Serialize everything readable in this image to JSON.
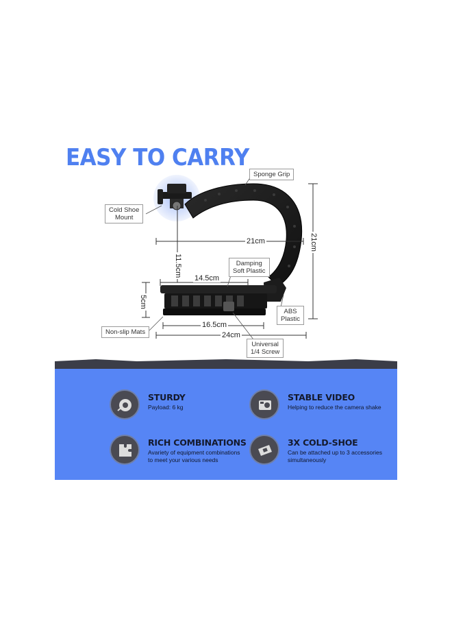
{
  "headline": "EASY TO CARRY",
  "callouts": {
    "sponge_grip": "Sponge Grip",
    "cold_shoe_mount": "Cold Shoe\nMount",
    "damping_soft_plastic": "Damping\nSoft Plastic",
    "abs_plastic": "ABS\nPlastic",
    "non_slip_mats": "Non-slip Mats",
    "universal_screw": "Universal\n1/4 Screw"
  },
  "dimensions": {
    "width_top": "21cm",
    "height_right": "21cm",
    "inner_height": "11.5cm",
    "handle_length": "14.5cm",
    "base_height": "5cm",
    "base_length": "16.5cm",
    "total_length": "24cm"
  },
  "features": [
    {
      "title": "STURDY",
      "desc": "Payload: 6 kg",
      "icon": "weight-icon"
    },
    {
      "title": "STABLE VIDEO",
      "desc": "Helping to reduce the camera shake",
      "icon": "action-camera-icon"
    },
    {
      "title": "RICH COMBINATIONS",
      "desc": "Avariety of equipment combinations to meet your various needs",
      "icon": "puzzle-icon"
    },
    {
      "title": "3X COLD-SHOE",
      "desc": "Can be attached up to 3 accessories simultaneously",
      "icon": "cold-shoe-icon"
    }
  ],
  "colors": {
    "headline": "#4f80f0",
    "panel": "#5685f5",
    "icon_bg": "#4a4a52"
  }
}
